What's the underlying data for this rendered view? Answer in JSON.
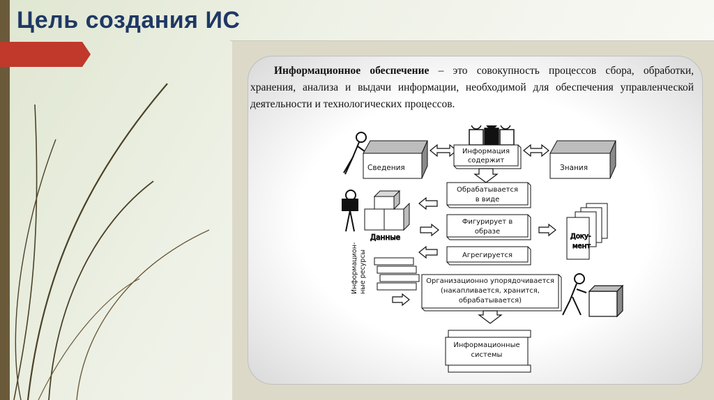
{
  "slide": {
    "title": "Цель создания ИС"
  },
  "definition": {
    "term": "Информационное обеспечение",
    "body": " – это совокупность процессов сбора, обработки, хранения, анализа и выдачи информации, необходимой для обеспечения управленческой деятельности и технологических процессов."
  },
  "diagram": {
    "box_info_contains": [
      "Информация",
      "содержит"
    ],
    "cube_svedeniya": "Сведения",
    "cube_znaniya": "Знания",
    "box_processed": [
      "Обрабатывается",
      "в виде"
    ],
    "box_figures": [
      "Фигурирует в",
      "образе"
    ],
    "box_aggregated": "Агрегируется",
    "box_organized": [
      "Организационно упорядочивается",
      "(накапливается, хранится,",
      "обрабатывается)"
    ],
    "label_data": "Данные",
    "label_document": [
      "Доку-",
      "мент"
    ],
    "label_resources": [
      "Информацион-",
      "ные ресурсы"
    ],
    "box_is": [
      "Информационные",
      "системы"
    ]
  }
}
